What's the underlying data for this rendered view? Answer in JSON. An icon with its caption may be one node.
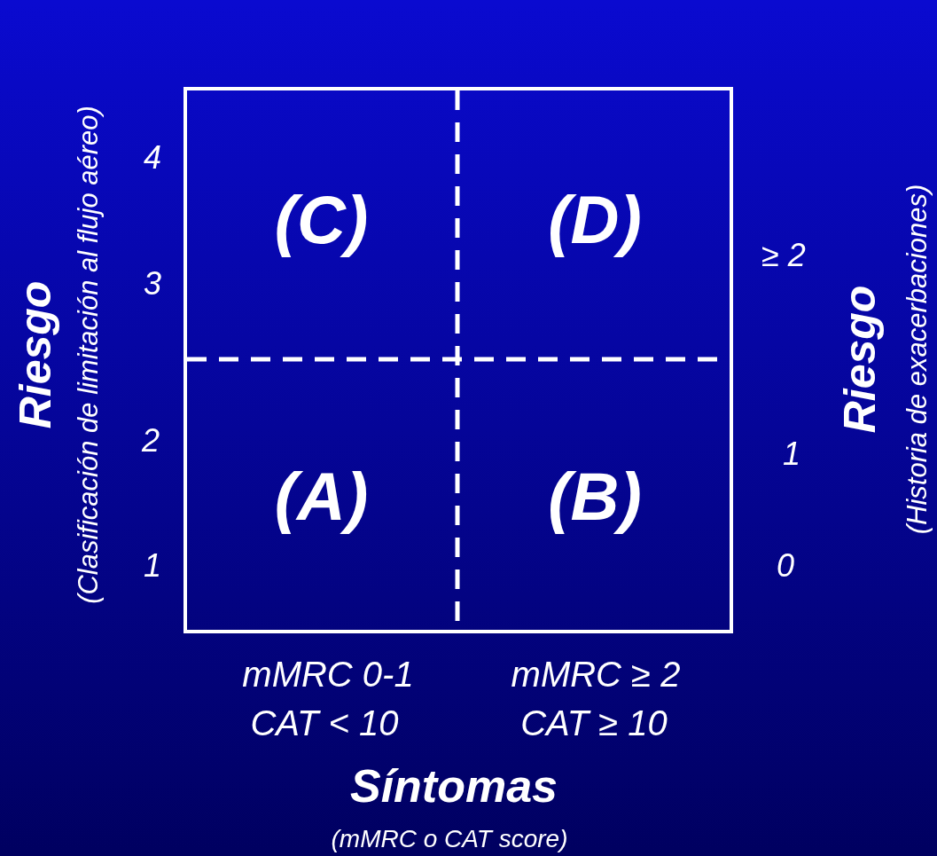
{
  "diagram": {
    "nodes": [
      {
        "text": [
          "(C)"
        ]
      },
      {
        "text": [
          "(D)"
        ]
      },
      {
        "text": [
          "(A)"
        ]
      },
      {
        "text": [
          "(B)"
        ]
      }
    ],
    "labels": [
      "Riesgo",
      "(Clasificación de limitación al flujo aéreo)",
      "4",
      "3",
      "2",
      "1",
      "≥ 2",
      "1",
      "0",
      "Riesgo",
      "(Historia de exacerbaciones)",
      "mMRC 0-1",
      "CAT < 10",
      "mMRC ≥ 2",
      "CAT ≥ 10",
      "Síntomas",
      "(mMRC o CAT score)"
    ]
  }
}
